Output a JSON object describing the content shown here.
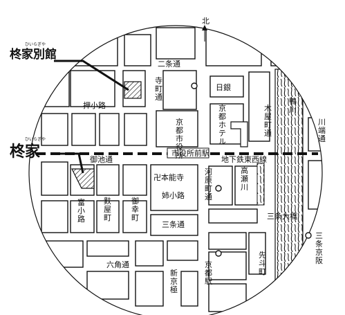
{
  "north": "北",
  "brand_annex": {
    "name": "柊家別館",
    "ruby": "ひいらぎや"
  },
  "brand_main": {
    "name": "柊家",
    "ruby": "ひいらぎや"
  },
  "streets": {
    "nijo": "二条通",
    "oike": "御池通",
    "sanjo": "三条通",
    "rokkaku": "六角通",
    "oshikoji": "押小路",
    "anekoji": "姉小路",
    "teramachi": "寺町通",
    "tominokoji": "富小路",
    "fuyacho": "麩屋町",
    "gokomachi": "御幸町",
    "kiyamachi": "木屋町通",
    "kawaramachi": "河原町通",
    "kawabata": "川端通",
    "kamogawa": "鴨川",
    "takasegawa": "高瀬川",
    "shinkyogoku": "新京極",
    "pontocho": "先斗町"
  },
  "places": {
    "nichigin": "日銀",
    "city_hall": "京都市役所",
    "kyoto_hotel": "京都ホテル",
    "honnoji": "卍本能寺",
    "sanjo_ohashi": "三条大橋"
  },
  "stations": {
    "shiyakusho": "市役所前駅",
    "subway_line": "地下鉄東西線",
    "kyoto_line": "京都駅",
    "sanjo_keihan": "三条京阪"
  }
}
